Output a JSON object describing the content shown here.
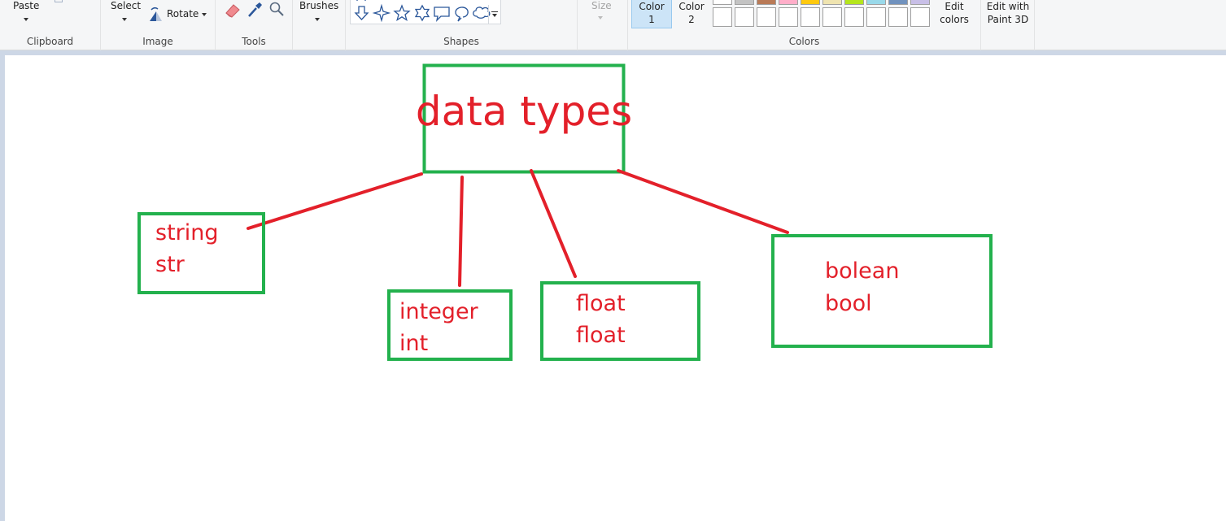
{
  "ribbon": {
    "clipboard": {
      "paste_label": "Paste",
      "group_label": "Clipboard"
    },
    "image": {
      "select_label": "Select",
      "rotate_label": "Rotate",
      "group_label": "Image"
    },
    "tools": {
      "group_label": "Tools",
      "icons": [
        "eraser-icon",
        "color-picker-icon",
        "magnifier-icon"
      ]
    },
    "brushes": {
      "label": "Brushes"
    },
    "shapes": {
      "group_label": "Shapes",
      "icons": [
        "arrow-down-icon",
        "four-point-star-icon",
        "five-point-star-icon",
        "six-point-star-icon",
        "rect-callout-icon",
        "oval-callout-icon",
        "cloud-callout-icon"
      ]
    },
    "size": {
      "label": "Size"
    },
    "colors": {
      "color1_line1": "Color",
      "color1_line2": "1",
      "color2_line1": "Color",
      "color2_line2": "2",
      "group_label": "Colors",
      "edit_line1": "Edit",
      "edit_line2": "colors",
      "palette_top_row": [
        "#ffffff",
        "#c3c3c3",
        "#b97a57",
        "#ffaec9",
        "#ffc90e",
        "#efe4b0",
        "#b5e61d",
        "#99d9ea",
        "#7092be",
        "#c8bfe7"
      ]
    },
    "paint3d": {
      "line1": "Edit with",
      "line2": "Paint 3D"
    }
  },
  "drawing": {
    "title": "data types",
    "boxes": [
      {
        "line1": "string",
        "line2": "str"
      },
      {
        "line1": "integer",
        "line2": "int"
      },
      {
        "line1": "float",
        "line2": "float"
      },
      {
        "line1": "bolean",
        "line2": "bool"
      }
    ],
    "stroke_color": "#e3202a",
    "box_color": "#23b14d"
  }
}
